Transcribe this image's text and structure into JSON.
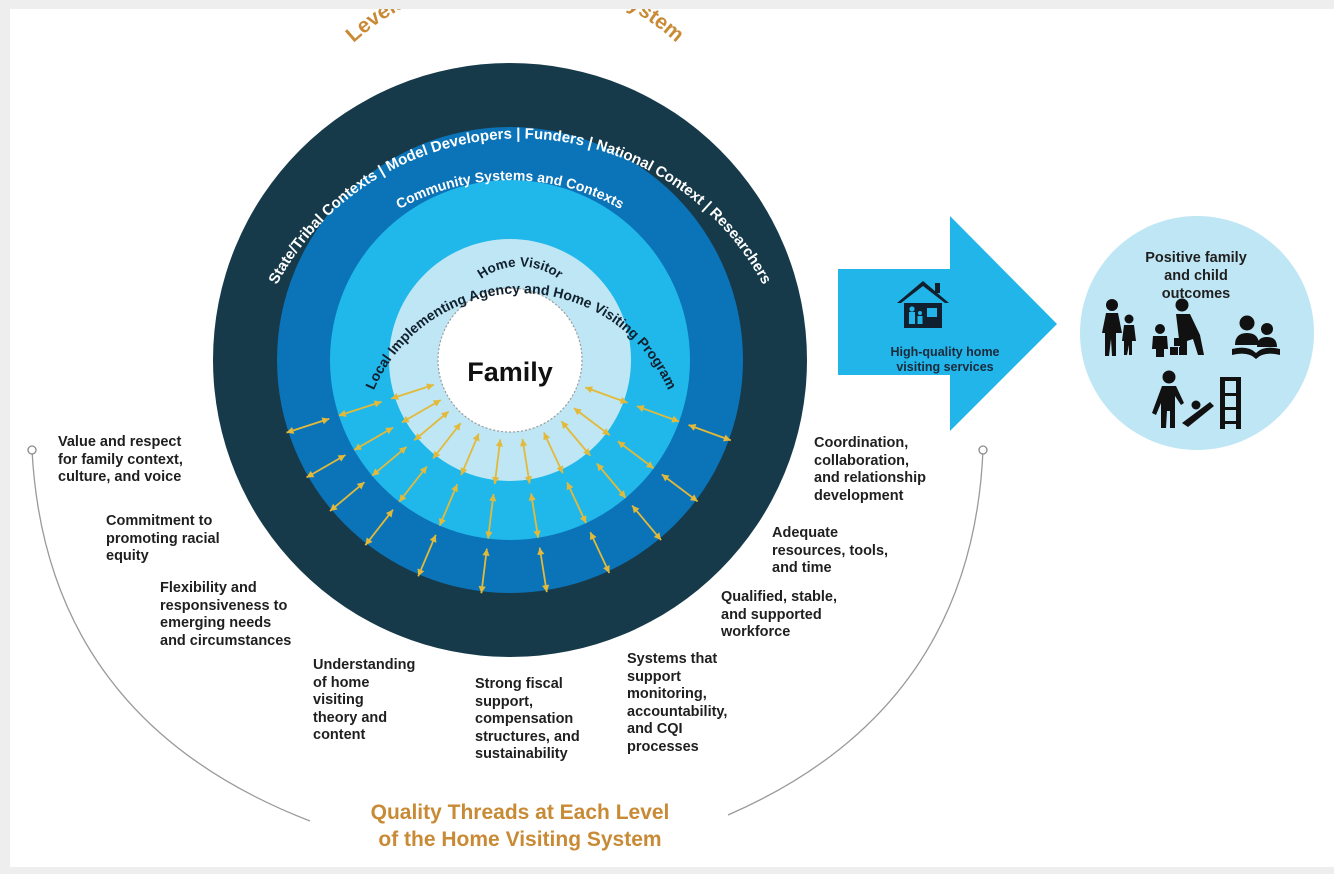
{
  "titles": {
    "levels": "Levels of the Home Visiting System",
    "quality_threads": "Quality Threads at Each Level\nof the Home Visiting System"
  },
  "rings": {
    "outer": "State/Tribal Contexts | Model Developers | Funders | National Context | Researchers",
    "community": "Community Systems and Contexts",
    "agency": "Local Implementing Agency and Home Visiting Program",
    "home_visitor": "Home Visitor",
    "center": "Family"
  },
  "services": {
    "label": "High-quality home\nvisiting services",
    "icon": "house-family-icon"
  },
  "outcomes": {
    "title": "Positive family\nand child\noutcomes",
    "icons": [
      "family-walking-icon",
      "parent-child-blocks-icon",
      "reading-together-icon",
      "parent-child-slide-icon"
    ]
  },
  "threads": [
    "Value and respect\nfor family context,\nculture, and voice",
    "Commitment to\npromoting racial\nequity",
    "Flexibility and\nresponsiveness to\nemerging needs\nand circumstances",
    "Understanding\nof home\nvisiting\ntheory and\ncontent",
    "Strong fiscal\nsupport,\ncompensation\nstructures, and\nsustainability",
    "Systems that\nsupport\nmonitoring,\naccountability,\nand CQI\nprocesses",
    "Qualified, stable,\nand supported\nworkforce",
    "Adequate\nresources, tools,\nand time",
    "Coordination,\ncollaboration,\nand relationship\ndevelopment"
  ],
  "colors": {
    "outer_ring": "#163a4a",
    "community_ring": "#0b73b7",
    "agency_ring": "#20b8ea",
    "home_visitor_ring": "#bfe6f4",
    "center": "#ffffff",
    "arrow": "#e3b93a",
    "heading": "#c98a35",
    "service_arrow": "#22b5ea",
    "outcome_circle": "#bfe6f4"
  }
}
